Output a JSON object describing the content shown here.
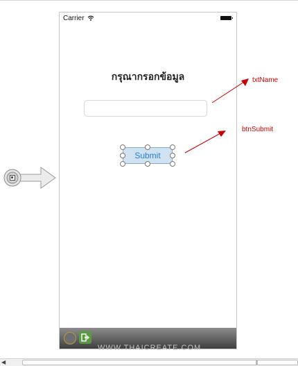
{
  "status_bar": {
    "carrier": "Carrier"
  },
  "scene": {
    "title_label": "กรุณากรอกข้อมูล",
    "text_field_value": "",
    "submit_label": "Submit"
  },
  "annotations": {
    "txt_name": "txtName",
    "btn_submit": "btnSubmit"
  },
  "watermark": "WWW.THAICREATE.COM",
  "colors": {
    "annotation": "#cc0000",
    "button_fill": "#cfe2f1",
    "button_text": "#2f7bd0"
  }
}
